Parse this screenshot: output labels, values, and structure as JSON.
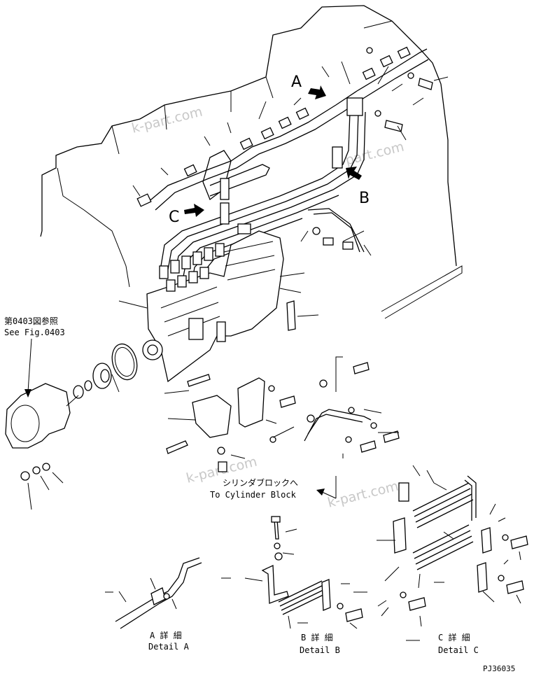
{
  "callouts": {
    "a": "A",
    "b": "B",
    "c": "C"
  },
  "reference": {
    "jp": "第0403図参照",
    "en": "See Fig.0403"
  },
  "cylinder_block": {
    "jp": "シリンダブロックへ",
    "en": "To Cylinder Block"
  },
  "details": {
    "a": {
      "jp": "A 詳 細",
      "en": "Detail A"
    },
    "b": {
      "jp": "B 詳 細",
      "en": "Detail B"
    },
    "c": {
      "jp": "C 詳 細",
      "en": "Detail C"
    }
  },
  "watermark": "k-part.com",
  "figure_code": "PJ36035"
}
